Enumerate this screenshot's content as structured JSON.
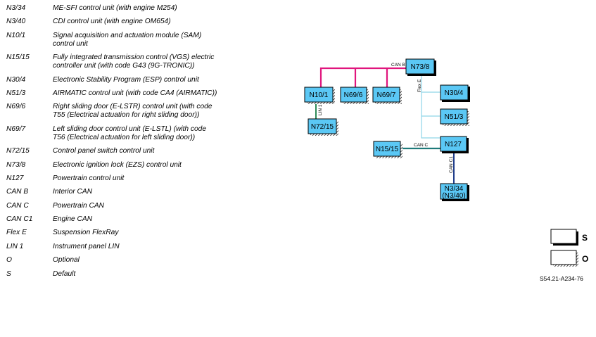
{
  "legend": [
    {
      "code": "N3/34",
      "desc": "ME-SFI control unit (with engine M254)"
    },
    {
      "code": "N3/40",
      "desc": "CDI control unit (with engine OM654)"
    },
    {
      "code": "N10/1",
      "desc": "Signal acquisition and actuation module (SAM) control unit"
    },
    {
      "code": "N15/15",
      "desc": "Fully integrated transmission control (VGS) electric controller unit (with code G43 (9G-TRONIC))"
    },
    {
      "code": "N30/4",
      "desc": "Electronic Stability Program (ESP) control unit"
    },
    {
      "code": "N51/3",
      "desc": "AIRMATIC control unit (with code CA4 (AIRMATIC))"
    },
    {
      "code": "N69/6",
      "desc": "Right sliding door (E-LSTR) control unit (with code T55 (Electrical actuation for right sliding door))"
    },
    {
      "code": "N69/7",
      "desc": "Left sliding door control unit (E-LSTL) (with code T56 (Electrical actuation for left sliding door))"
    },
    {
      "code": "N72/15",
      "desc": "Control panel switch control unit"
    },
    {
      "code": "N73/8",
      "desc": "Electronic ignition lock (EZS) control unit"
    },
    {
      "code": "N127",
      "desc": "Powertrain control unit"
    },
    {
      "code": "CAN B",
      "desc": "Interior CAN"
    },
    {
      "code": "CAN C",
      "desc": "Powertrain CAN"
    },
    {
      "code": "CAN C1",
      "desc": "Engine CAN"
    },
    {
      "code": "Flex E",
      "desc": "Suspension FlexRay"
    },
    {
      "code": "LIN 1",
      "desc": "Instrument panel LIN"
    },
    {
      "code": "O",
      "desc": "Optional"
    },
    {
      "code": "S",
      "desc": "Default"
    }
  ],
  "nodes": {
    "n73_8": "N73/8",
    "n10_1": "N10/1",
    "n69_6": "N69/6",
    "n69_7": "N69/7",
    "n30_4": "N30/4",
    "n51_3": "N51/3",
    "n72_15": "N72/15",
    "n15_15": "N15/15",
    "n127": "N127",
    "n3_34_line1": "N3/34",
    "n3_34_line2": "(N3/40)"
  },
  "buses": {
    "can_b": "CAN B",
    "flex_e": "Flex E",
    "lin_1": "LIN 1",
    "can_c": "CAN C",
    "can_c1": "CAN C1"
  },
  "key": {
    "default": "S",
    "optional": "O"
  },
  "figure_ref": "S54.21-A234-76",
  "colors": {
    "node_fill": "#5bc8f5",
    "can_b": "#e0157d",
    "flex_e": "#8fd5e8",
    "lin_1": "#2e8b57",
    "can_c": "#1f7a7a",
    "can_c1": "#1f3d8a"
  }
}
